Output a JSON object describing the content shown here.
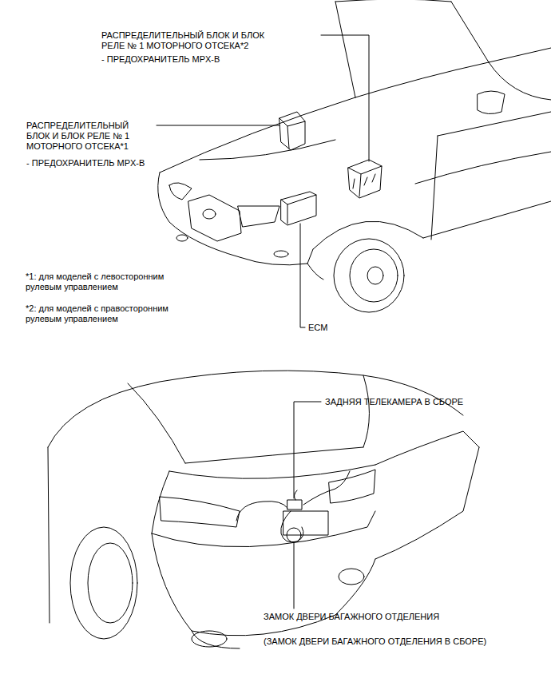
{
  "diagram": {
    "labels": [
      "РАСПРЕДЕЛИТЕЛЬНЫЙ БЛОК И БЛОК РЕЛЕ № 1 МОТОРНОГО ОТСЕКА*2",
      "- ПРЕДОХРАНИТЕЛЬ MPX-B",
      "РАСПРЕДЕЛИТЕЛЬНЫЙ БЛОК И БЛОК РЕЛЕ № 1 МОТОРНОГО ОТСЕКА*1",
      "- ПРЕДОХРАНИТЕЛЬ MPX-B",
      "*1: для моделей с левосторонним рулевым управлением",
      "*2: для моделей с правосторонним рулевым управлением",
      "ECM",
      "ЗАДНЯЯ ТЕЛЕКАМЕРА В СБОРЕ",
      "ЗАМОК ДВЕРИ БАГАЖНОГО ОТДЕЛЕНИЯ",
      "(ЗАМОК ДВЕРИ БАГАЖНОГО ОТДЕЛЕНИЯ В СБОРЕ)"
    ]
  }
}
